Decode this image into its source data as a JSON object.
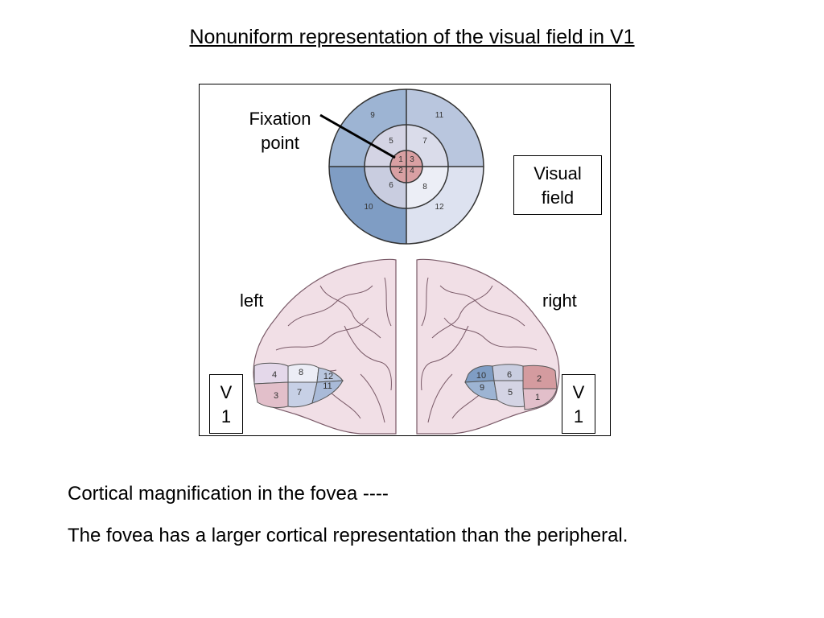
{
  "title": "Nonuniform representation of the visual field in V1",
  "figure": {
    "fixation_label_line1": "Fixation",
    "fixation_label_line2": "point",
    "visual_field_line1": "Visual",
    "visual_field_line2": "field",
    "left_label": "left",
    "right_label": "right",
    "v1_left_line1": "V",
    "v1_left_line2": "1",
    "v1_right_line1": "V",
    "v1_right_line2": "1",
    "field_numbers": [
      "1",
      "2",
      "3",
      "4",
      "5",
      "6",
      "7",
      "8",
      "9",
      "10",
      "11",
      "12"
    ],
    "left_cortex_numbers": [
      "3",
      "4",
      "7",
      "8",
      "11",
      "12"
    ],
    "right_cortex_numbers": [
      "1",
      "2",
      "5",
      "6",
      "9",
      "10"
    ],
    "colors": {
      "foveal": "#d9a0a3",
      "mid_blue": "#b9c6de",
      "light_blue": "#dde2f0",
      "dark_blue": "#7f9dc4",
      "outer_left": "#9db4d3",
      "brain": "#f1dfe6",
      "brain_line": "#7a5a68"
    }
  },
  "captions": {
    "line1": "Cortical magnification in the fovea ----",
    "line2": "The fovea has a larger cortical representation than the peripheral."
  }
}
